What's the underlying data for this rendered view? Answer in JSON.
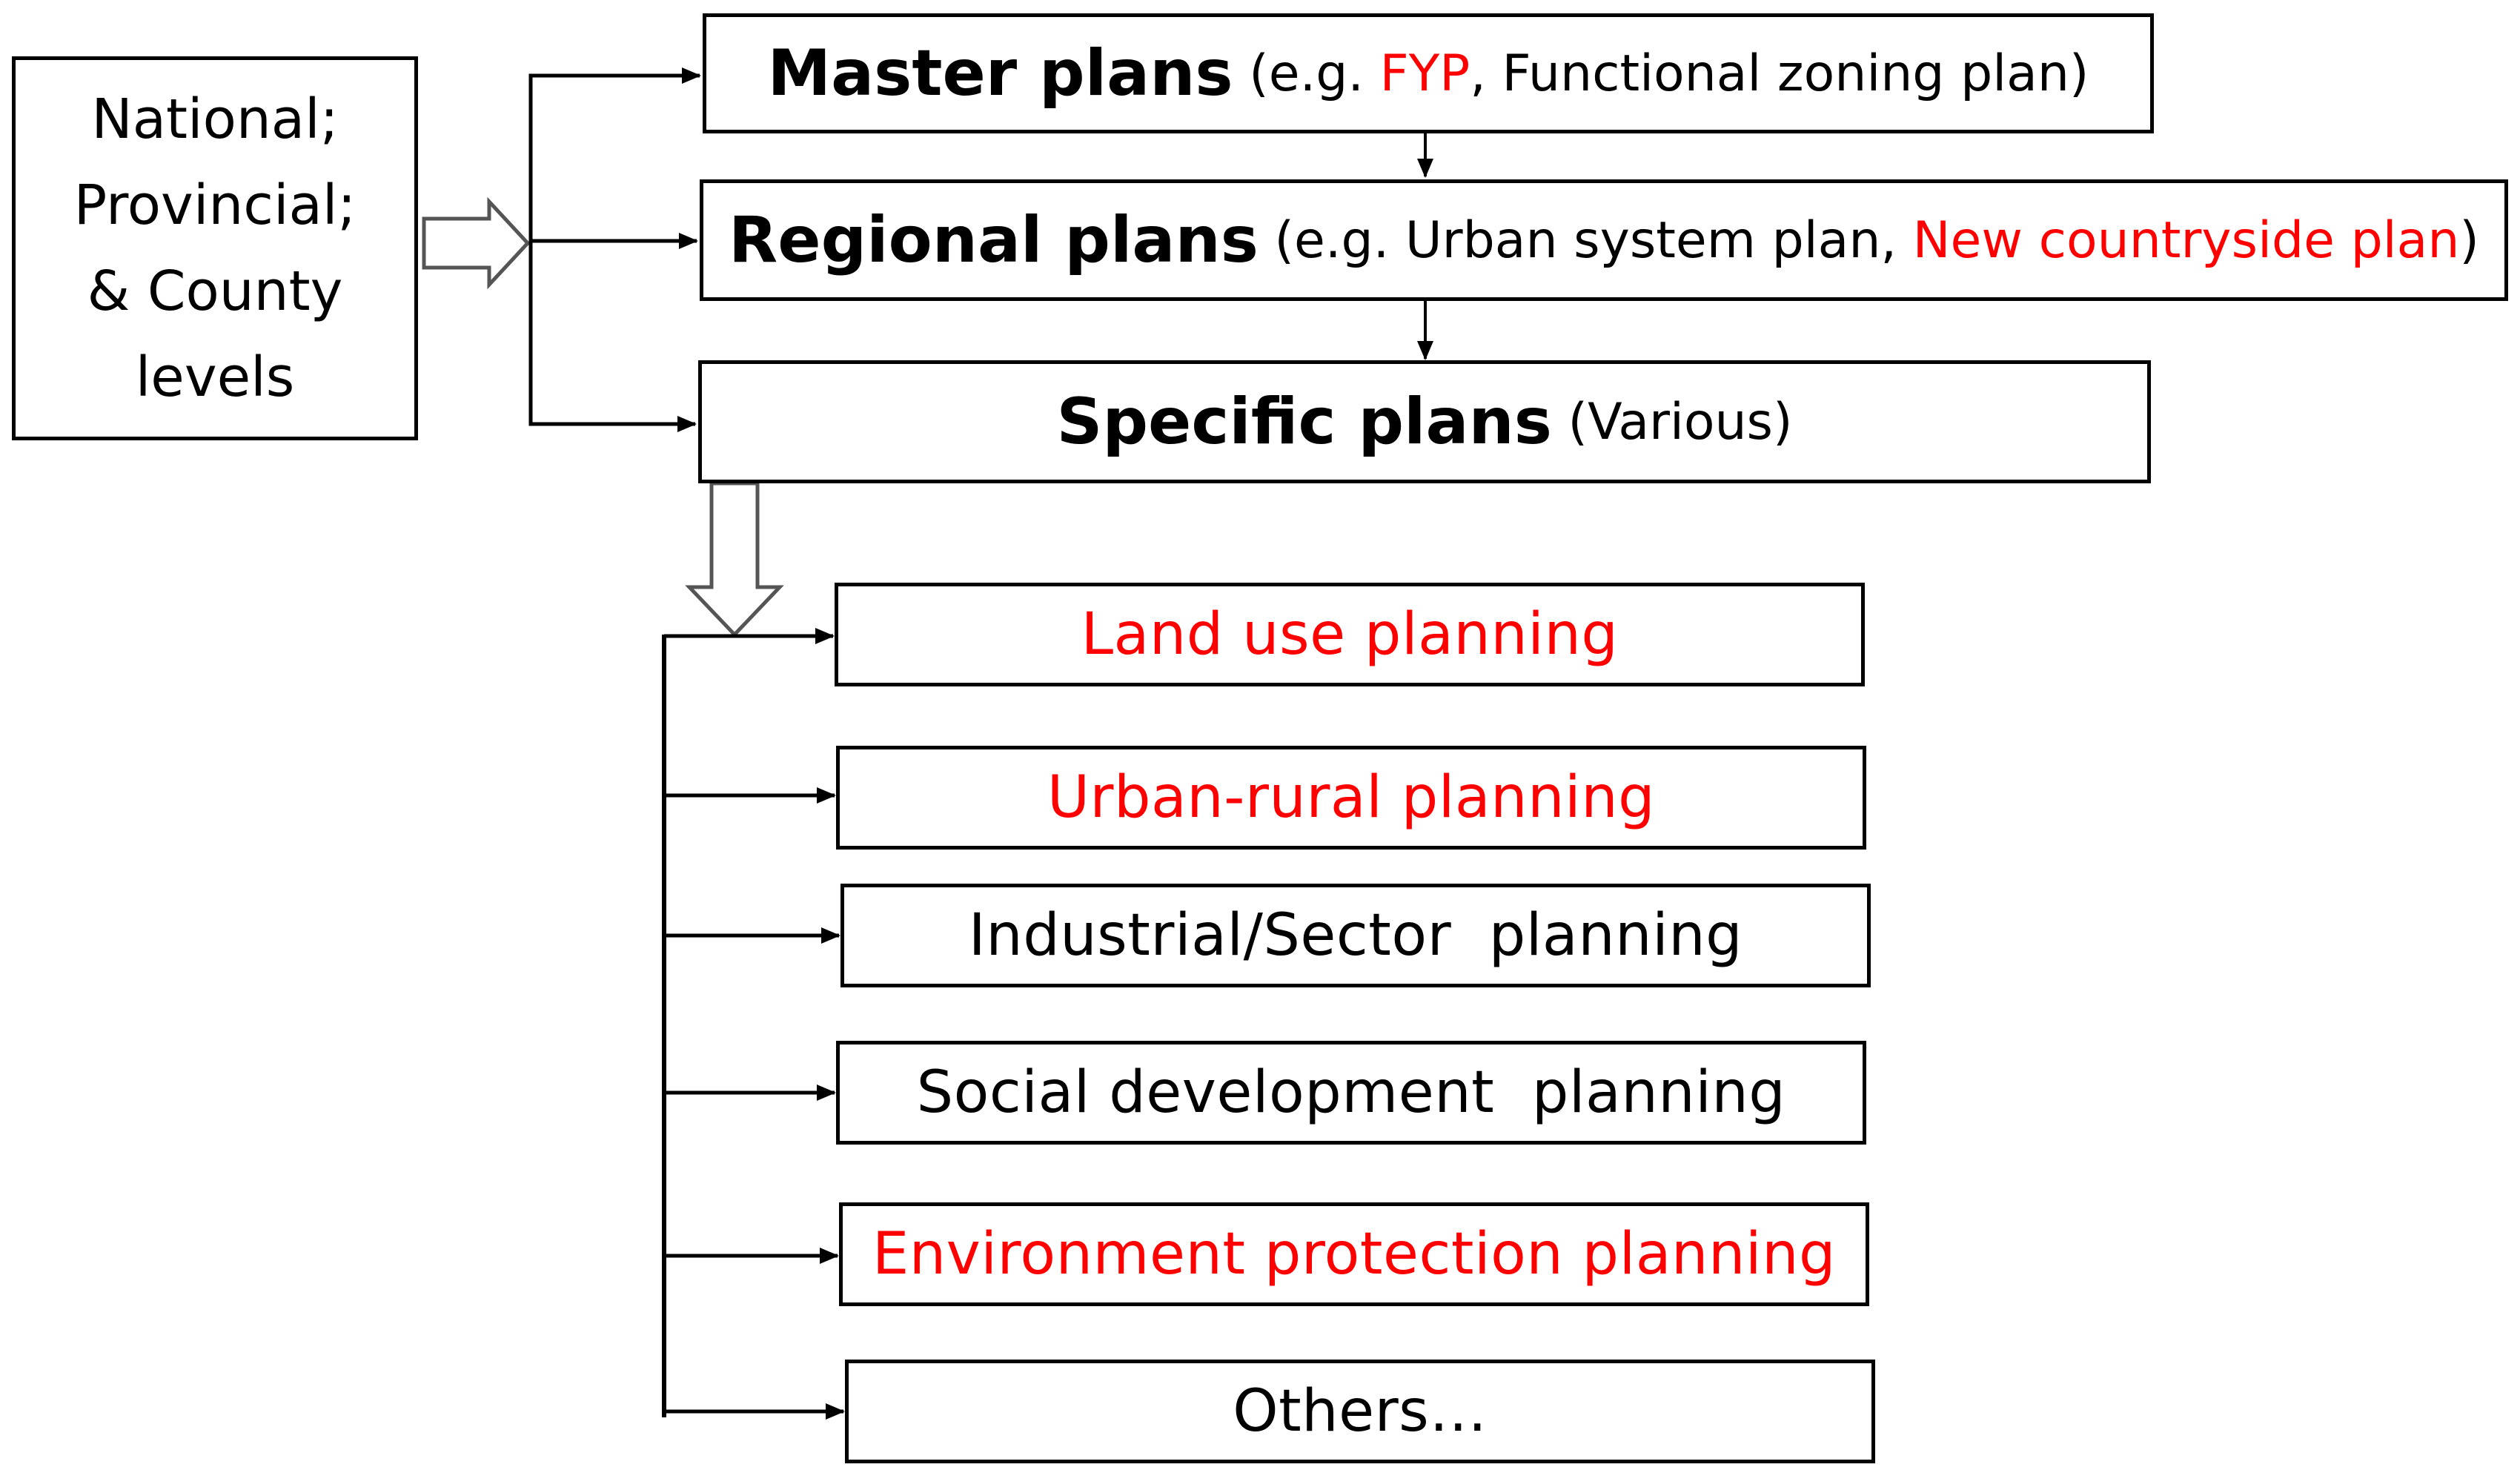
{
  "levels_box": {
    "lines": [
      "National;",
      "Provincial;",
      "& County",
      "levels"
    ]
  },
  "master_plans": {
    "head": "Master plans",
    "open": " (e.g. ",
    "fyp": "FYP",
    "rest": ", Functional zoning plan)"
  },
  "regional_plans": {
    "head": "Regional plans",
    "open": " (e.g. Urban system plan, ",
    "new_countryside": "New countryside plan",
    "close": ")"
  },
  "specific_plans": {
    "head": "Specific plans",
    "rest": " (Various)"
  },
  "specific_types": [
    {
      "label": "Land use planning",
      "color": "#ff0000"
    },
    {
      "label": "Urban-rural planning",
      "color": "#ff0000"
    },
    {
      "label": "Industrial/Sector  planning",
      "color": "#000000"
    },
    {
      "label": "Social development  planning",
      "color": "#000000"
    },
    {
      "label": "Environment protection planning",
      "color": "#ff0000"
    },
    {
      "label": "Others…",
      "color": "#000000"
    }
  ],
  "colors": {
    "highlight": "#ff0000",
    "text": "#000000",
    "border": "#000000"
  }
}
